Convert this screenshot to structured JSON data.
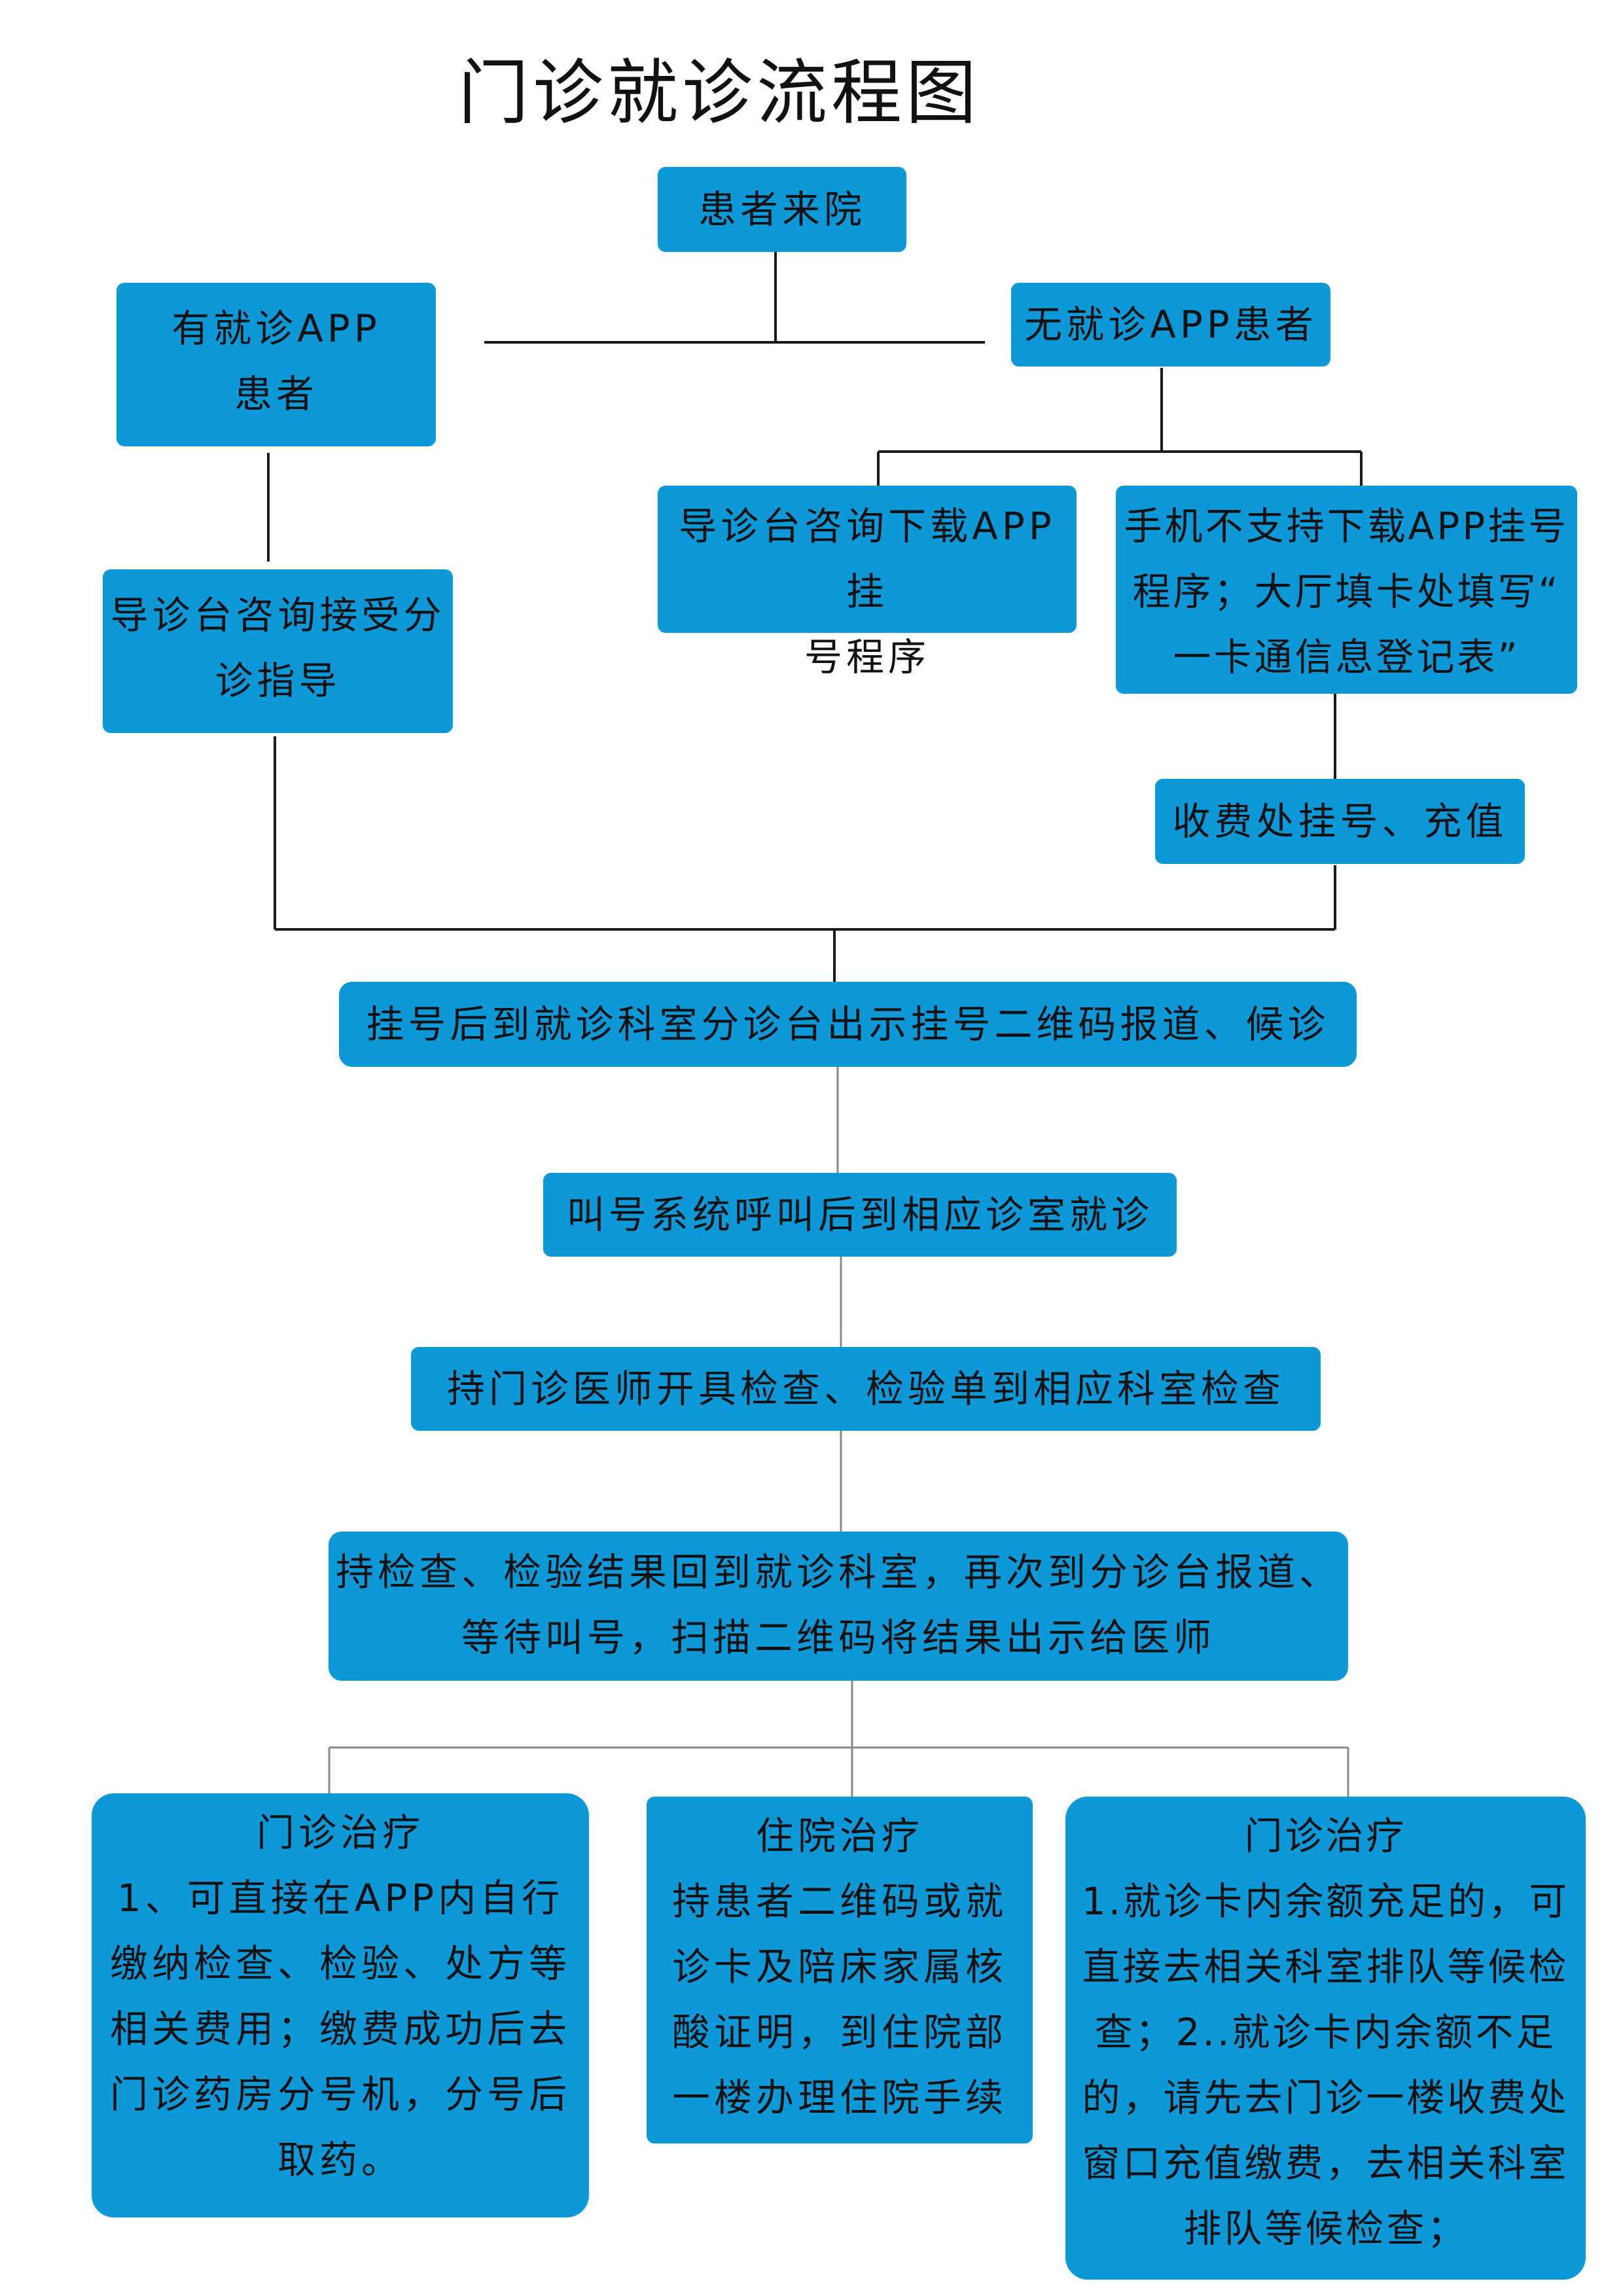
{
  "title": "门诊就诊流程图",
  "nodes": {
    "patient_arrival": "患者来院",
    "with_app": [
      "有就诊APP",
      "患者"
    ],
    "without_app": "无就诊APP患者",
    "guide_download": [
      "导诊台咨询下载APP挂",
      "号程序"
    ],
    "no_phone_support": [
      "手机不支持下载APP挂号",
      "程序；大厅填卡处填写“",
      "一卡通信息登记表”"
    ],
    "guide_accept": [
      "导诊台咨询接受分",
      "诊指导"
    ],
    "cashier_register": "收费处挂号、充值",
    "registered_report": "挂号后到就诊科室分诊台出示挂号二维码报道、候诊",
    "called_visit": "叫号系统呼叫后到相应诊室就诊",
    "exam_order": "持门诊医师开具检查、检验单到相应科室检查",
    "results_return": [
      "持检查、检验结果回到就诊科室，再次到分诊台报道、",
      "等待叫号，扫描二维码将结果出示给医师"
    ],
    "outpatient_left": {
      "heading": "门诊治疗",
      "lines": [
        "1、可直接在APP内自行",
        "缴纳检查、检验、处方等",
        "相关费用；缴费成功后去",
        "门诊药房分号机，分号后",
        "取药。"
      ]
    },
    "inpatient": {
      "heading": "住院治疗",
      "lines": [
        "持患者二维码或就",
        "诊卡及陪床家属核",
        "酸证明，到住院部",
        "一楼办理住院手续"
      ]
    },
    "outpatient_right": {
      "heading": "门诊治疗",
      "lines": [
        "1.就诊卡内余额充足的，可",
        "直接去相关科室排队等候检",
        "查；2..就诊卡内余额不足",
        "的，请先去门诊一楼收费处",
        "窗口充值缴费，去相关科室",
        "排队等候检查；"
      ]
    }
  }
}
